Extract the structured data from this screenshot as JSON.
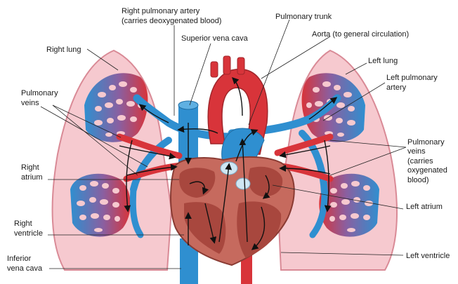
{
  "labels": {
    "right_pulmonary_artery_1": "Right pulmonary artery",
    "right_pulmonary_artery_2": "(carries deoxygenated blood)",
    "pulmonary_trunk": "Pulmonary trunk",
    "superior_vena_cava": "Superior vena cava",
    "aorta": "Aorta (to general circulation)",
    "right_lung": "Right lung",
    "left_lung": "Left lung",
    "left_pulmonary_artery_1": "Left pulmonary",
    "left_pulmonary_artery_2": "artery",
    "pulmonary_veins_right_1": "Pulmonary",
    "pulmonary_veins_right_2": "veins",
    "pulmonary_veins_left_1": "Pulmonary",
    "pulmonary_veins_left_2": "veins",
    "pulmonary_veins_left_3": "(carries",
    "pulmonary_veins_left_4": "oxygenated",
    "pulmonary_veins_left_5": "blood)",
    "right_atrium_1": "Right",
    "right_atrium_2": "atrium",
    "left_atrium": "Left atrium",
    "right_ventricle_1": "Right",
    "right_ventricle_2": "ventricle",
    "left_ventricle": "Left ventricle",
    "inferior_vena_cava_1": "Inferior",
    "inferior_vena_cava_2": "vena cava"
  },
  "colors": {
    "lung_fill": "#f6c9cf",
    "lung_stroke": "#d98a96",
    "oxygenated": "#d8343a",
    "deoxygenated": "#2f8fd0",
    "heart_muscle": "#c66a5e",
    "heart_inner": "#a8473e",
    "valve": "#cfe6f3"
  }
}
